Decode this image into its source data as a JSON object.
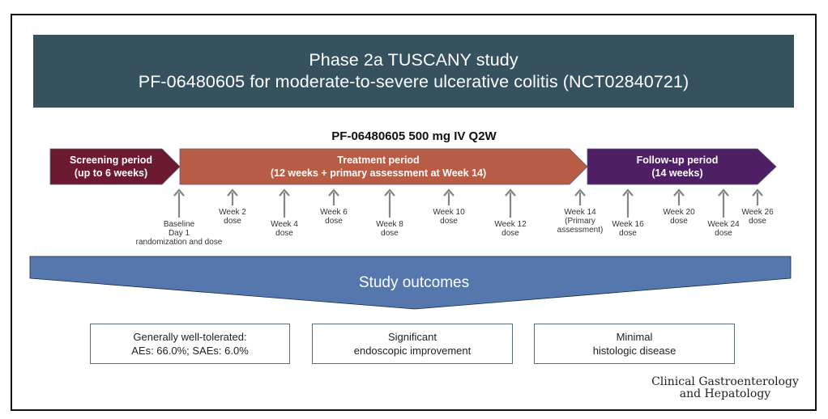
{
  "banner": {
    "line1": "Phase 2a TUSCANY study",
    "line2": "PF-06480605 for moderate-to-severe ulcerative colitis (NCT02840721)",
    "color": "#36525f"
  },
  "dose_regimen": "PF-06480605 500 mg IV Q2W",
  "periods": [
    {
      "name": "screening",
      "line1": "Screening period",
      "line2": "(up to 6 weeks)",
      "color": "#6b1a30"
    },
    {
      "name": "treatment",
      "line1": "Treatment period",
      "line2": "(12 weeks + primary assessment at Week 14)",
      "color": "#b95c45"
    },
    {
      "name": "follow-up",
      "line1": "Follow-up period",
      "line2": "(14 weeks)",
      "color": "#4f1f66"
    }
  ],
  "timepoints": [
    {
      "id": "baseline",
      "lines": [
        "Baseline",
        "Day 1",
        "randomization and dose"
      ],
      "arrow": "long"
    },
    {
      "id": "week-2",
      "lines": [
        "Week 2",
        "dose"
      ],
      "arrow": "short"
    },
    {
      "id": "week-4",
      "lines": [
        "Week 4",
        "dose"
      ],
      "arrow": "long"
    },
    {
      "id": "week-6",
      "lines": [
        "Week 6",
        "dose"
      ],
      "arrow": "short"
    },
    {
      "id": "week-8",
      "lines": [
        "Week 8",
        "dose"
      ],
      "arrow": "long"
    },
    {
      "id": "week-10",
      "lines": [
        "Week 10",
        "dose"
      ],
      "arrow": "short"
    },
    {
      "id": "week-12",
      "lines": [
        "Week 12",
        "dose"
      ],
      "arrow": "long"
    },
    {
      "id": "week-14",
      "lines": [
        "Week 14",
        "(Primary",
        "assessment)"
      ],
      "arrow": "short"
    },
    {
      "id": "week-16",
      "lines": [
        "Week 16",
        "dose"
      ],
      "arrow": "long"
    },
    {
      "id": "week-20",
      "lines": [
        "Week 20",
        "dose"
      ],
      "arrow": "short"
    },
    {
      "id": "week-24",
      "lines": [
        "Week 24",
        "dose"
      ],
      "arrow": "long"
    },
    {
      "id": "week-26",
      "lines": [
        "Week 26",
        "dose"
      ],
      "arrow": "short"
    }
  ],
  "arrow_color": "#858585",
  "outcomes": {
    "title": "Study outcomes",
    "color": "#5577ae",
    "boxes": [
      {
        "line1": "Generally well-tolerated:",
        "line2": "AEs: 66.0%; SAEs: 6.0%"
      },
      {
        "line1": "Significant",
        "line2": "endoscopic improvement"
      },
      {
        "line1": "Minimal",
        "line2": "histologic disease"
      }
    ]
  },
  "journal": {
    "line1": "Clinical Gastroenterology",
    "line2": "and Hepatology"
  }
}
